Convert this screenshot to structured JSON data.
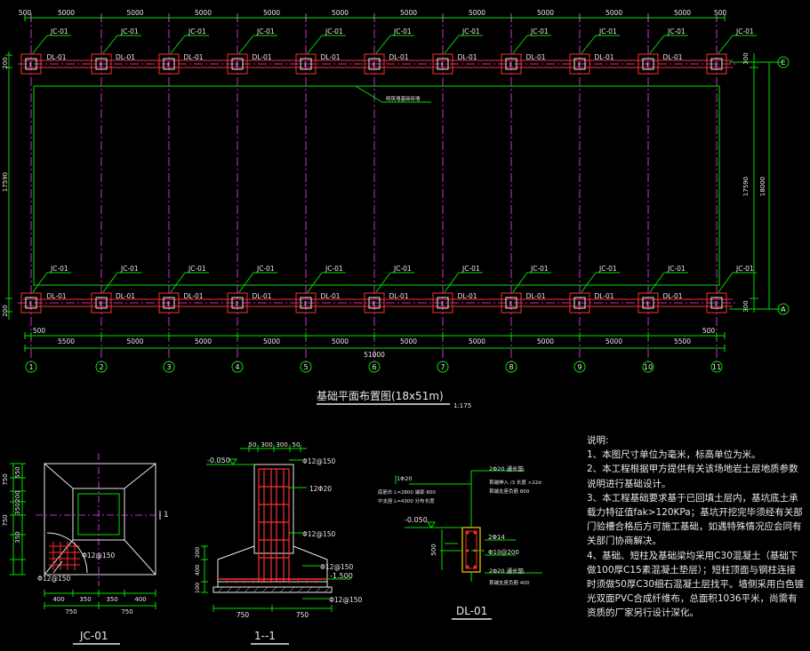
{
  "plan": {
    "top_dims": [
      "500",
      "5000",
      "5000",
      "5000",
      "5000",
      "5000",
      "5000",
      "5000",
      "5000",
      "5000",
      "5000",
      "500"
    ],
    "bottom_dims": [
      "500",
      "5500",
      "5000",
      "5000",
      "5000",
      "5000",
      "5000",
      "5000",
      "5000",
      "5000",
      "5500",
      "500"
    ],
    "total_dim": "51000",
    "left_dims": [
      "200",
      "17590",
      "200"
    ],
    "right_dims": [
      "300",
      "17590",
      "18000",
      "300"
    ],
    "axes_num": [
      "1",
      "2",
      "3",
      "4",
      "5",
      "6",
      "7",
      "8",
      "9",
      "10",
      "11"
    ],
    "axes_letter": [
      "E",
      "A"
    ],
    "jc_label": "JC-01",
    "dl_label": "DL-01",
    "wall_note": "砌筑墙基础砖墙",
    "title": "基础平面布置图(18x51m)",
    "scale": "1:175"
  },
  "jc": {
    "dims_v": [
      "750",
      "550",
      "200",
      "350",
      "350",
      "750"
    ],
    "dims_h": [
      "400",
      "350",
      "350",
      "400",
      "750",
      "750"
    ],
    "rebar": "Φ12@150",
    "section_mark": "1",
    "title": "JC-01"
  },
  "sec": {
    "top_dims": [
      "50",
      "300",
      "300",
      "50"
    ],
    "elev_top": "-0.050",
    "elev_bot": "-1.500",
    "rebar1": "Φ12@150",
    "rebar2": "12Φ20",
    "rebar3": "Φ12@150",
    "rebar4": "Φ12@150",
    "rebar5": "Φ12@150",
    "dims_v": [
      "200",
      "400",
      "100"
    ],
    "dims_h": [
      "750",
      "750"
    ],
    "title": "1--1"
  },
  "dl": {
    "l1": "1Φ20",
    "l2": "底筋长 L=2800 端部 800",
    "l3": "中支座 L=4300 分布长度",
    "r1": "2Φ20 通长筋",
    "r2": "首端伸入 /3  长度 >22d",
    "r3": "首端支座负筋  800",
    "elev": "-0.050",
    "mid": "2Φ14",
    "stir": "Φ10@200",
    "b1": "2Φ20 通长筋",
    "b2": "首端支座负筋  400",
    "h": "500",
    "title": "DL-01"
  },
  "notes": {
    "head": "说明:",
    "lines": [
      "1、本图尺寸单位为毫米，标高单位为米。",
      "2、本工程根据甲方提供有关该场地岩土层地质参数说明进行基础设计。",
      "3、本工程基础要求基于已回填土层内，基坑底土承载力特征值fak>120KPa；基坑开挖完毕须经有关部门验槽合格后方可施工基础，如遇特殊情况应会同有关部门协商解决。",
      "4、基础、短柱及基础梁均采用C30混凝土（基础下做100厚C15素混凝土垫层）；短柱顶面与钢柱连接时须做50厚C30细石混凝土层找平。墙侧采用白色镀光双面PVC合成纤维布，总面积1036平米，尚需有资质的厂家另行设计深化。"
    ]
  }
}
